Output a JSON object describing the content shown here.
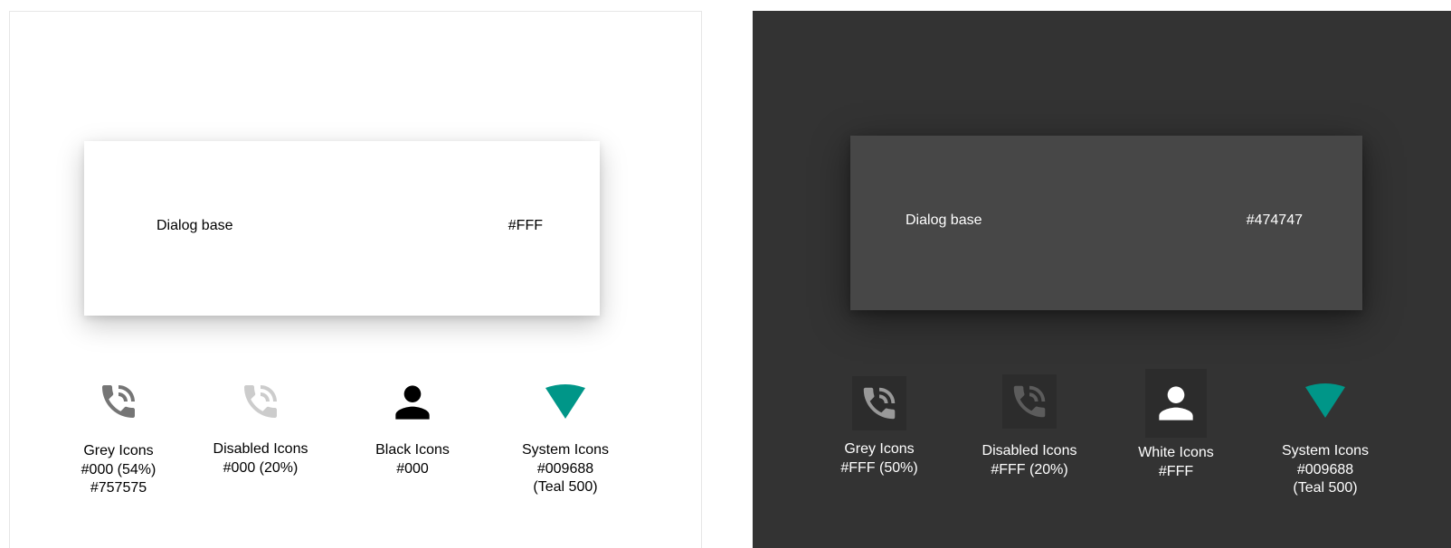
{
  "light": {
    "dialog": {
      "label": "Dialog base",
      "color_label": "#FFF"
    },
    "icons": [
      {
        "name": "phone-in-talk-icon",
        "color": "#757575",
        "lines": [
          "Grey Icons",
          "#000 (54%)",
          "#757575"
        ]
      },
      {
        "name": "phone-in-talk-icon",
        "color": "#cccccc",
        "lines": [
          "Disabled Icons",
          "#000 (20%)"
        ]
      },
      {
        "name": "person-icon",
        "color": "#000000",
        "lines": [
          "Black Icons",
          "#000"
        ]
      },
      {
        "name": "signal-wedge-icon",
        "color": "#009688",
        "lines": [
          "System Icons",
          "#009688",
          "(Teal 500)"
        ]
      }
    ]
  },
  "dark": {
    "dialog": {
      "label": "Dialog base",
      "color_label": "#474747"
    },
    "icons": [
      {
        "name": "phone-in-talk-icon",
        "color": "#999999",
        "lines": [
          "Grey Icons",
          "#FFF (50%)"
        ]
      },
      {
        "name": "phone-in-talk-icon",
        "color": "#5c5c5c",
        "lines": [
          "Disabled Icons",
          "#FFF (20%)"
        ]
      },
      {
        "name": "person-icon",
        "color": "#ffffff",
        "lines": [
          "White Icons",
          "#FFF"
        ]
      },
      {
        "name": "signal-wedge-icon",
        "color": "#009688",
        "lines": [
          "System Icons",
          "#009688",
          "(Teal 500)"
        ]
      }
    ]
  },
  "colors": {
    "light_panel": "#ffffff",
    "dark_panel": "#333333",
    "teal_500": "#009688"
  }
}
